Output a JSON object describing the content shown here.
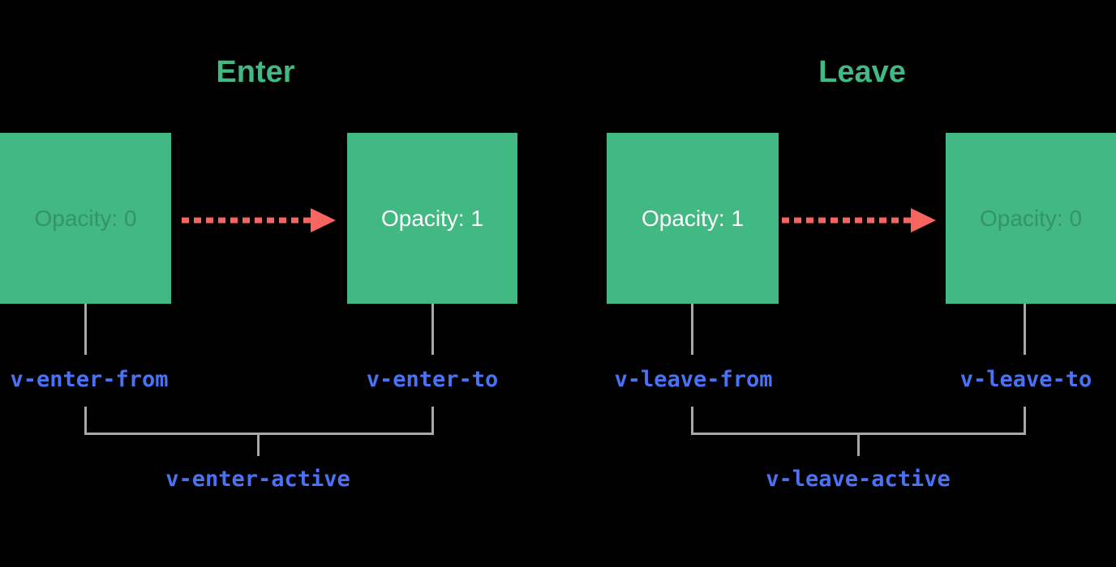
{
  "colors": {
    "background": "#000000",
    "green": "#42b883",
    "blue": "#4a72f4",
    "arrow_red": "#f76560",
    "line_gray": "#a8a8a8",
    "box_text_white": "#ffffff"
  },
  "enter": {
    "title": "Enter",
    "from_box": {
      "label": "Opacity: 0",
      "state": "faded"
    },
    "to_box": {
      "label": "Opacity: 1",
      "state": "solid"
    },
    "from_class": "v-enter-from",
    "to_class": "v-enter-to",
    "active_class": "v-enter-active"
  },
  "leave": {
    "title": "Leave",
    "from_box": {
      "label": "Opacity: 1",
      "state": "solid"
    },
    "to_box": {
      "label": "Opacity: 0",
      "state": "faded"
    },
    "from_class": "v-leave-from",
    "to_class": "v-leave-to",
    "active_class": "v-leave-active"
  }
}
